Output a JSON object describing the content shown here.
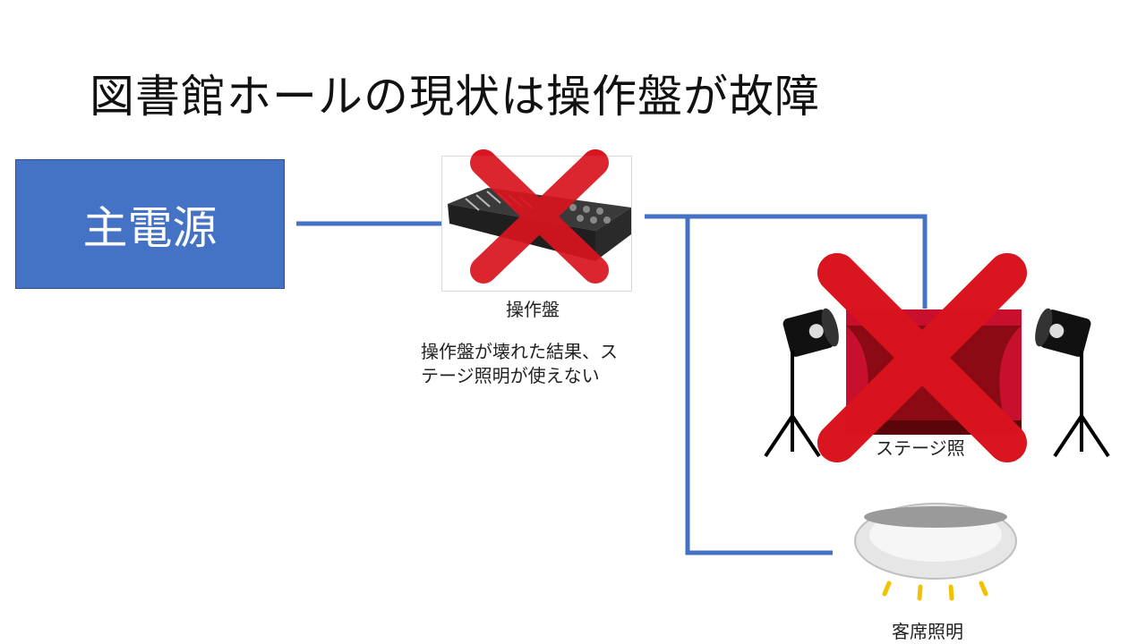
{
  "title": "図書館ホールの現状は操作盤が故障",
  "nodes": {
    "main_power": "主電源",
    "console": "操作盤",
    "stage_lighting": "ステージ照",
    "audience_lighting": "客席照明"
  },
  "note": {
    "line1": "操作盤が壊れた結果、ス",
    "line2": "テージ照明が使えない"
  },
  "colors": {
    "wire": "#4472c4",
    "cross": "#d9141e",
    "curtain": "#c8102e",
    "glow": "#f2c200"
  },
  "icons": [
    "lighting-console-icon",
    "cross-mark-icon",
    "spotlight-icon",
    "stage-curtain-icon",
    "ceiling-light-icon"
  ]
}
